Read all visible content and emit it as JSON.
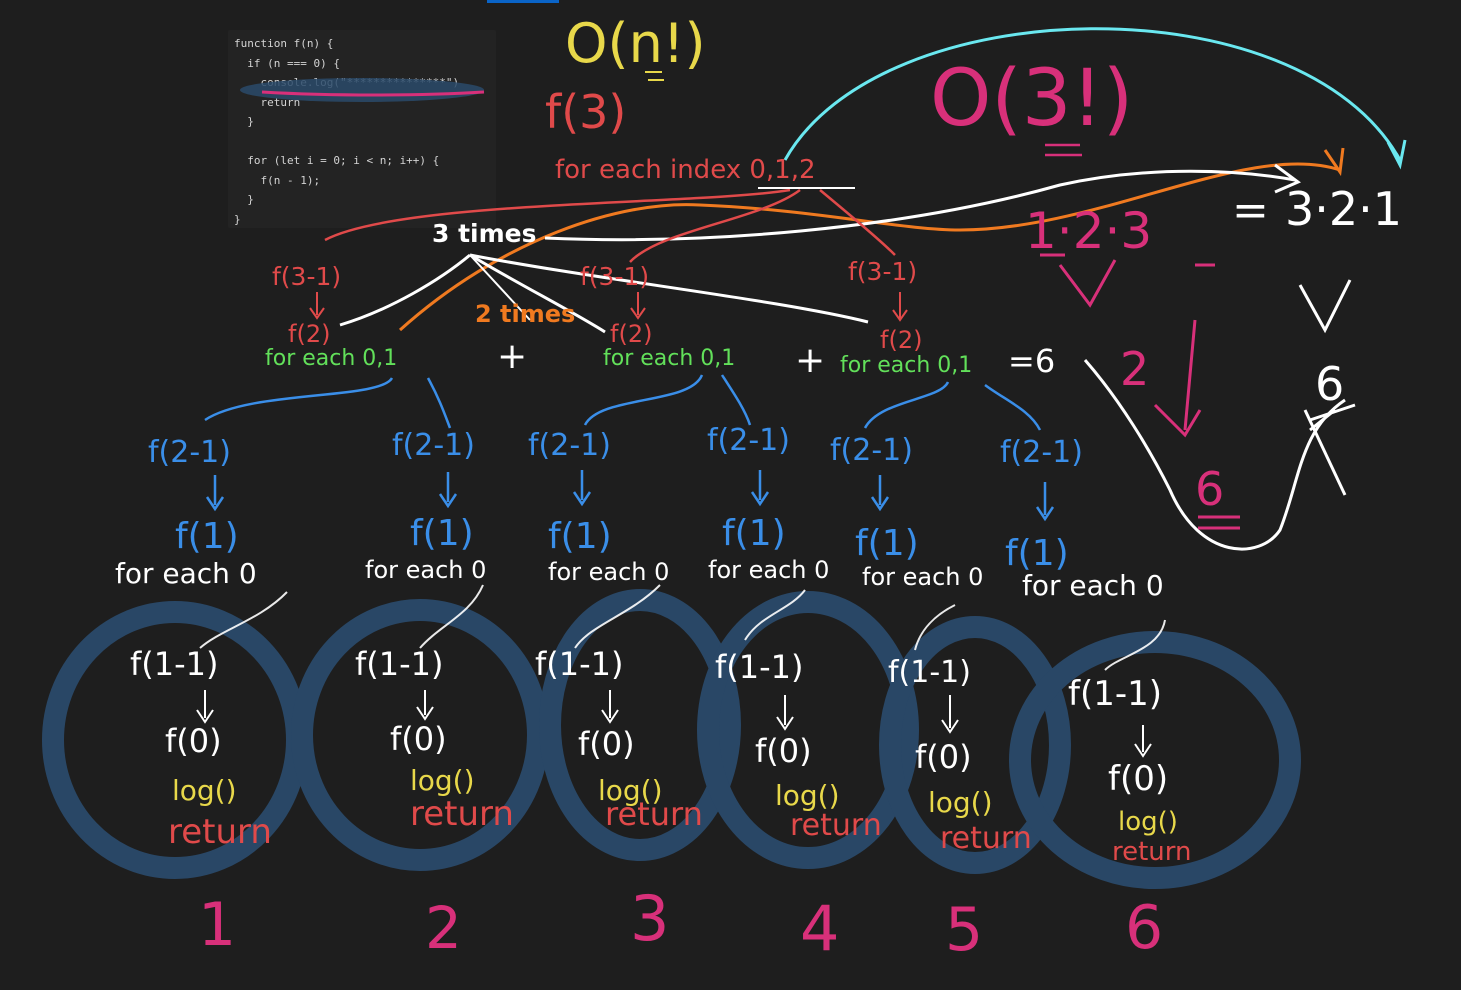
{
  "code": {
    "lines": [
      "function f(n) {",
      "  if (n === 0) {",
      "    console.log(\"***************\")",
      "    return",
      "  }",
      "",
      "  for (let i = 0; i < n; i++) {",
      "    f(n - 1);",
      "  }",
      "}"
    ]
  },
  "annotations": {
    "big_o": "O(n!)",
    "big_o_3": "O(3!)",
    "f3": "f(3)",
    "for_each_index": "for each index 0,1,2",
    "three_times": "3 times",
    "two_times": "2 times",
    "factorial_product": "1·2·3",
    "equals": "=",
    "reverse_product": "3·2·1",
    "branch_top": "f(3-1)",
    "f2": "f(2)",
    "for_each_01": "for each 0,1",
    "plus": "+",
    "equals_six": "=6",
    "two": "2",
    "six_pink": "6",
    "six_white": "6",
    "branch_mid": "f(2-1)",
    "f1": "f(1)",
    "for_each_0": "for each 0",
    "branch_low": "f(1-1)",
    "f0": "f(0)",
    "log": "log()",
    "return": "return",
    "counts": [
      "1",
      "2",
      "3",
      "4",
      "5",
      "6"
    ]
  },
  "colors": {
    "background": "#1e1e1e",
    "yellow": "#e8d84a",
    "pink": "#d8307a",
    "red": "#e04a4a",
    "green": "#62e05a",
    "blue": "#3a8ee8",
    "white": "#ffffff",
    "orange": "#f07a20",
    "cyan": "#6ae8f0",
    "circle": "#2a4a6a"
  }
}
